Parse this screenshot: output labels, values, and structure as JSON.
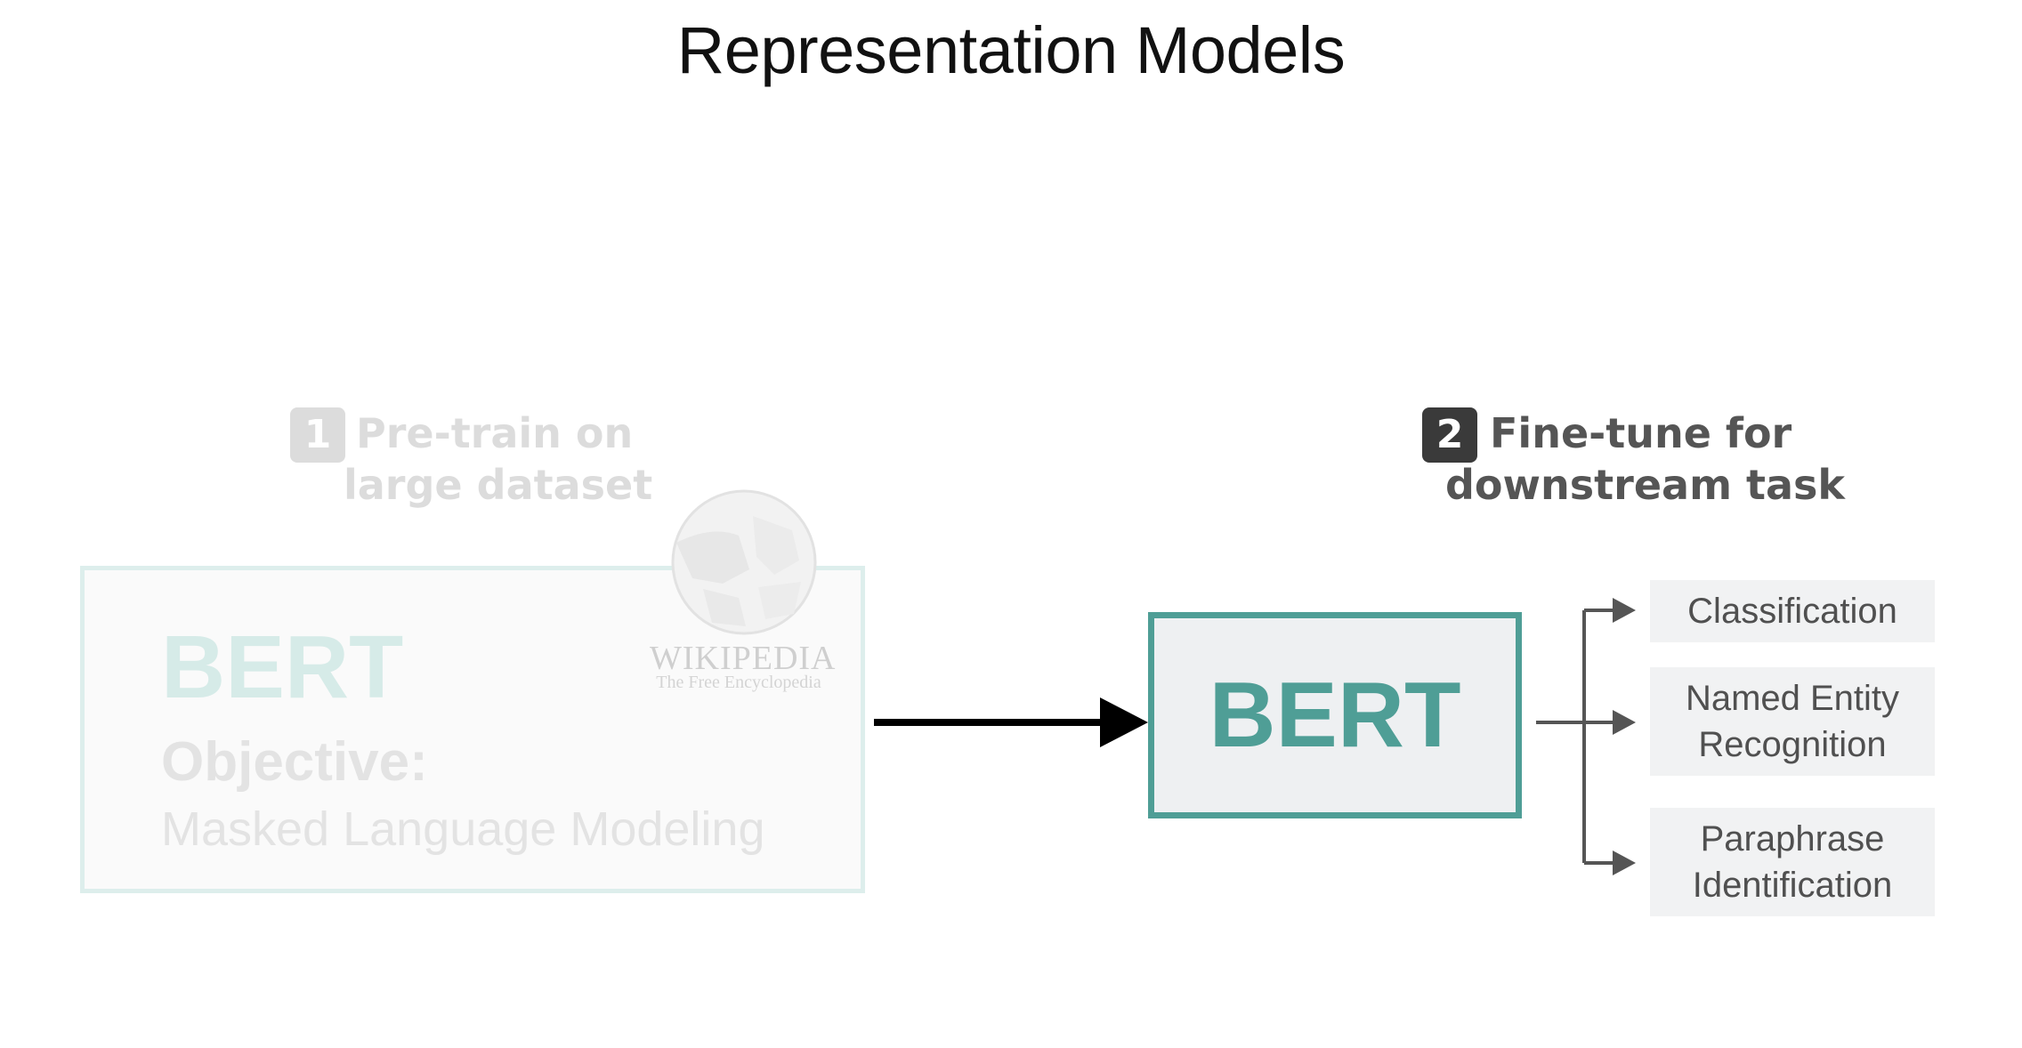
{
  "title": "Representation Models",
  "step1": {
    "number": "1",
    "line1": "Pre-train on",
    "line2": "large dataset"
  },
  "step2": {
    "number": "2",
    "line1": "Fine-tune for",
    "line2": "downstream task"
  },
  "pretrain": {
    "model": "BERT",
    "objective_label": "Objective:",
    "objective_value": "Masked Language Modeling",
    "dataset_logo": {
      "wordmark": "WIKIPEDIA",
      "tagline": "The Free Encyclopedia",
      "icon": "wikipedia-globe-icon"
    }
  },
  "finetune": {
    "model": "BERT"
  },
  "tasks": [
    {
      "line1": "Classification",
      "line2": ""
    },
    {
      "line1": "Named Entity",
      "line2": "Recognition"
    },
    {
      "line1": "Paraphrase",
      "line2": "Identification"
    }
  ],
  "colors": {
    "accent": "#4f9e96",
    "faded_accent": "#d6ebe8",
    "step_active": "#3a3a3a",
    "step_faded": "#dcdcdc",
    "task_bg": "#f1f2f3",
    "arrow": "#000000",
    "connector": "#555555"
  }
}
